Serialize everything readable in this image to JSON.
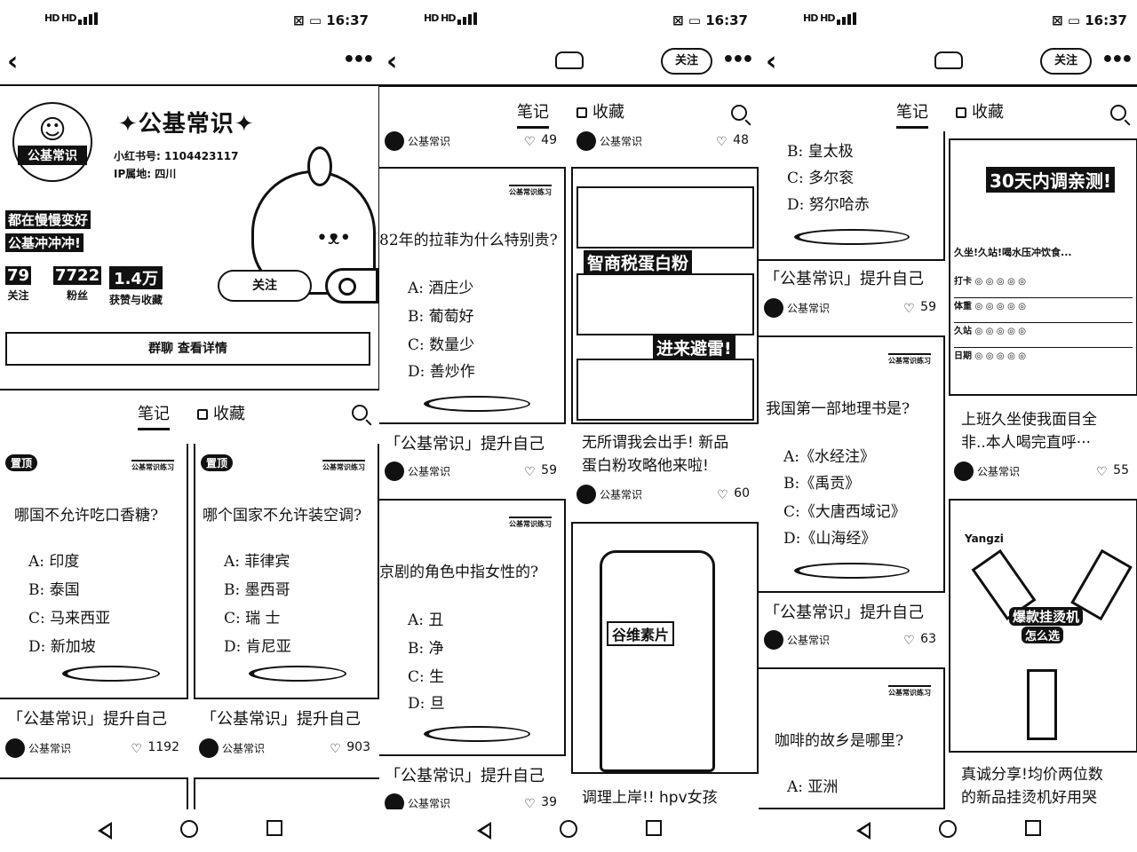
{
  "status": {
    "time": "16:37",
    "signal": "HD HD"
  },
  "panel1": {
    "username": "公基常识",
    "xhs_id": "小红书号: 1104423117",
    "ip": "IP属地: 四川",
    "avatar_label": "公基常识",
    "bio1": "都在慢慢变好",
    "bio2": "公基冲冲冲!",
    "stats": [
      {
        "n": "79",
        "l": "关注"
      },
      {
        "n": "7722",
        "l": "粉丝"
      },
      {
        "n": "1.4万",
        "l": "获赞与收藏"
      }
    ],
    "follow": "关注",
    "chat": "群聊 查看详情",
    "tabs": {
      "notes": "笔记",
      "collect": "收藏"
    },
    "cards": [
      {
        "pin": "置顶",
        "q": "哪国不允许吃口香糖?",
        "opts": [
          "A:  印度",
          "B:  泰国",
          "C:  马来西亚",
          "D:  新加坡"
        ],
        "title": "「公基常识」提升自己",
        "author": "公基常识",
        "likes": "1192"
      },
      {
        "pin": "置顶",
        "q": "哪个国家不允许装空调?",
        "opts": [
          "A: 菲律宾",
          "B: 墨西哥",
          "C:  瑞 士",
          "D: 肯尼亚"
        ],
        "title": "「公基常识」提升自己",
        "author": "公基常识",
        "likes": "903"
      }
    ]
  },
  "panel2": {
    "follow": "关注",
    "tabs": {
      "notes": "笔记",
      "collect": "收藏"
    },
    "top": [
      {
        "author": "公基常识",
        "likes": "49"
      },
      {
        "author": "公基常识",
        "likes": "48"
      }
    ],
    "left": [
      {
        "q": "82年的拉菲为什么特别贵?",
        "opts": [
          "A: 酒庄少",
          "B: 葡萄好",
          "C: 数量少",
          "D: 善炒作"
        ],
        "title": "「公基常识」提升自己",
        "author": "公基常识",
        "likes": "59"
      },
      {
        "q": "京剧的角色中指女性的?",
        "opts": [
          "A:    丑",
          "B:    净",
          "C:    生",
          "D:    旦"
        ],
        "title": "「公基常识」提升自己",
        "author": "公基常识",
        "likes": "39"
      }
    ],
    "right": [
      {
        "img1": "智商税蛋白粉",
        "img2": "进来避雷!",
        "title1": "无所谓我会出手!  新品",
        "title2": "蛋白粉攻略他来啦!",
        "author": "公基常识",
        "likes": "60"
      },
      {
        "img": "谷维素片",
        "title": "调理上岸!!  hpv女孩"
      }
    ]
  },
  "panel3": {
    "follow": "关注",
    "tabs": {
      "notes": "笔记",
      "collect": "收藏"
    },
    "left": [
      {
        "opts": [
          "B: 皇太极",
          "C: 多尔衮",
          "D: 努尔哈赤"
        ],
        "title": "「公基常识」提升自己",
        "author": "公基常识",
        "likes": "59"
      },
      {
        "q": "我国第一部地理书是?",
        "opts": [
          "A:《水经注》",
          "B:《禹贡》",
          "C:《大唐西域记》",
          "D:《山海经》"
        ],
        "title": "「公基常识」提升自己",
        "author": "公基常识",
        "likes": "63"
      },
      {
        "q": "咖啡的故乡是哪里?",
        "opts": [
          "A:  亚洲"
        ]
      }
    ],
    "right": [
      {
        "img": "30天内调亲测!",
        "sub": "久坐!久站!喝水压冲饮食...",
        "rows": [
          "打卡",
          "体重",
          "久站",
          "日期"
        ],
        "title1": "上班久坐使我面目全",
        "title2": "非..本人喝完直呼···",
        "author": "公基常识",
        "likes": "55"
      },
      {
        "img1": "Yangzi",
        "img2": "爆款挂烫机",
        "img3": "怎么选",
        "title1": "真诚分享!均价两位数",
        "title2": "的新品挂烫机好用哭"
      }
    ]
  }
}
